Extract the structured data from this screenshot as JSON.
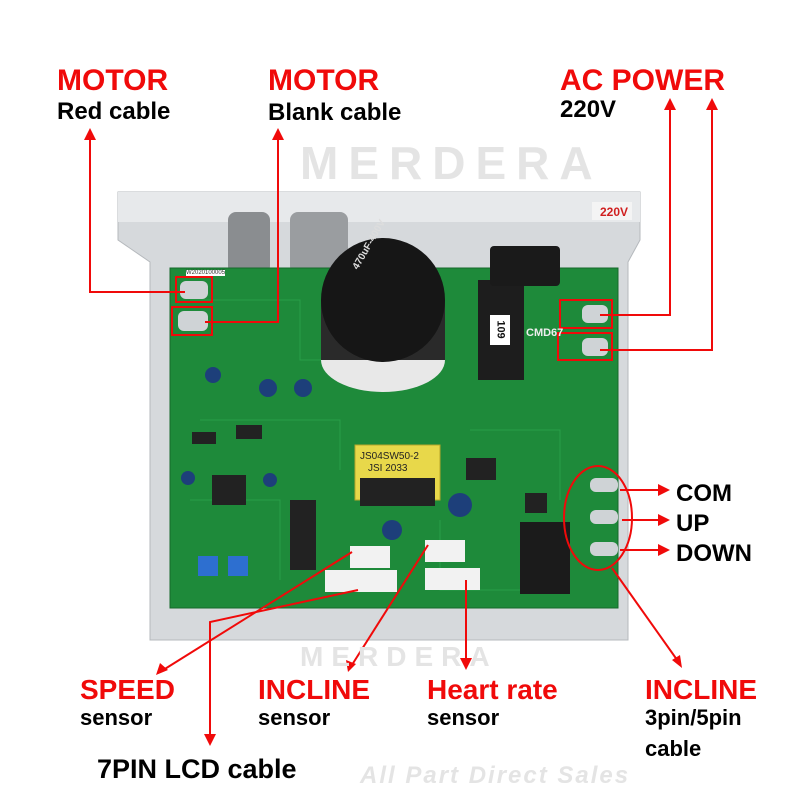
{
  "watermark": {
    "brand": "MERDERA",
    "tagline": "All Part Direct Sales"
  },
  "labels": {
    "motor_red": {
      "title": "MOTOR",
      "sub": "Red cable"
    },
    "motor_blank": {
      "title": "MOTOR",
      "sub": "Blank cable"
    },
    "ac_power": {
      "title": "AC POWER",
      "sub": "220V"
    },
    "incline_pins": [
      "COM",
      "UP",
      "DOWN"
    ],
    "speed": {
      "title": "SPEED",
      "sub": "sensor"
    },
    "incline_sensor": {
      "title": "INCLINE",
      "sub": "sensor"
    },
    "heart_rate": {
      "title": "Heart rate",
      "sub": "sensor"
    },
    "incline_cable": {
      "title": "INCLINE",
      "sub": "3pin/5pin",
      "sub2": "cable"
    },
    "lcd_cable": "7PIN LCD cable"
  },
  "board_print": {
    "chassis_sticker": "220V",
    "capacitor": "470uF-400V",
    "transformer_line1": "JS04SW50-2",
    "transformer_line2": "JSI  2033",
    "relay_label": "109",
    "part_code": "CMD67",
    "serial": "W2020100005"
  },
  "colors": {
    "annotation": "#f00a0a",
    "pcb": "#1e8a3a",
    "chassis": "#d9dcdf"
  }
}
